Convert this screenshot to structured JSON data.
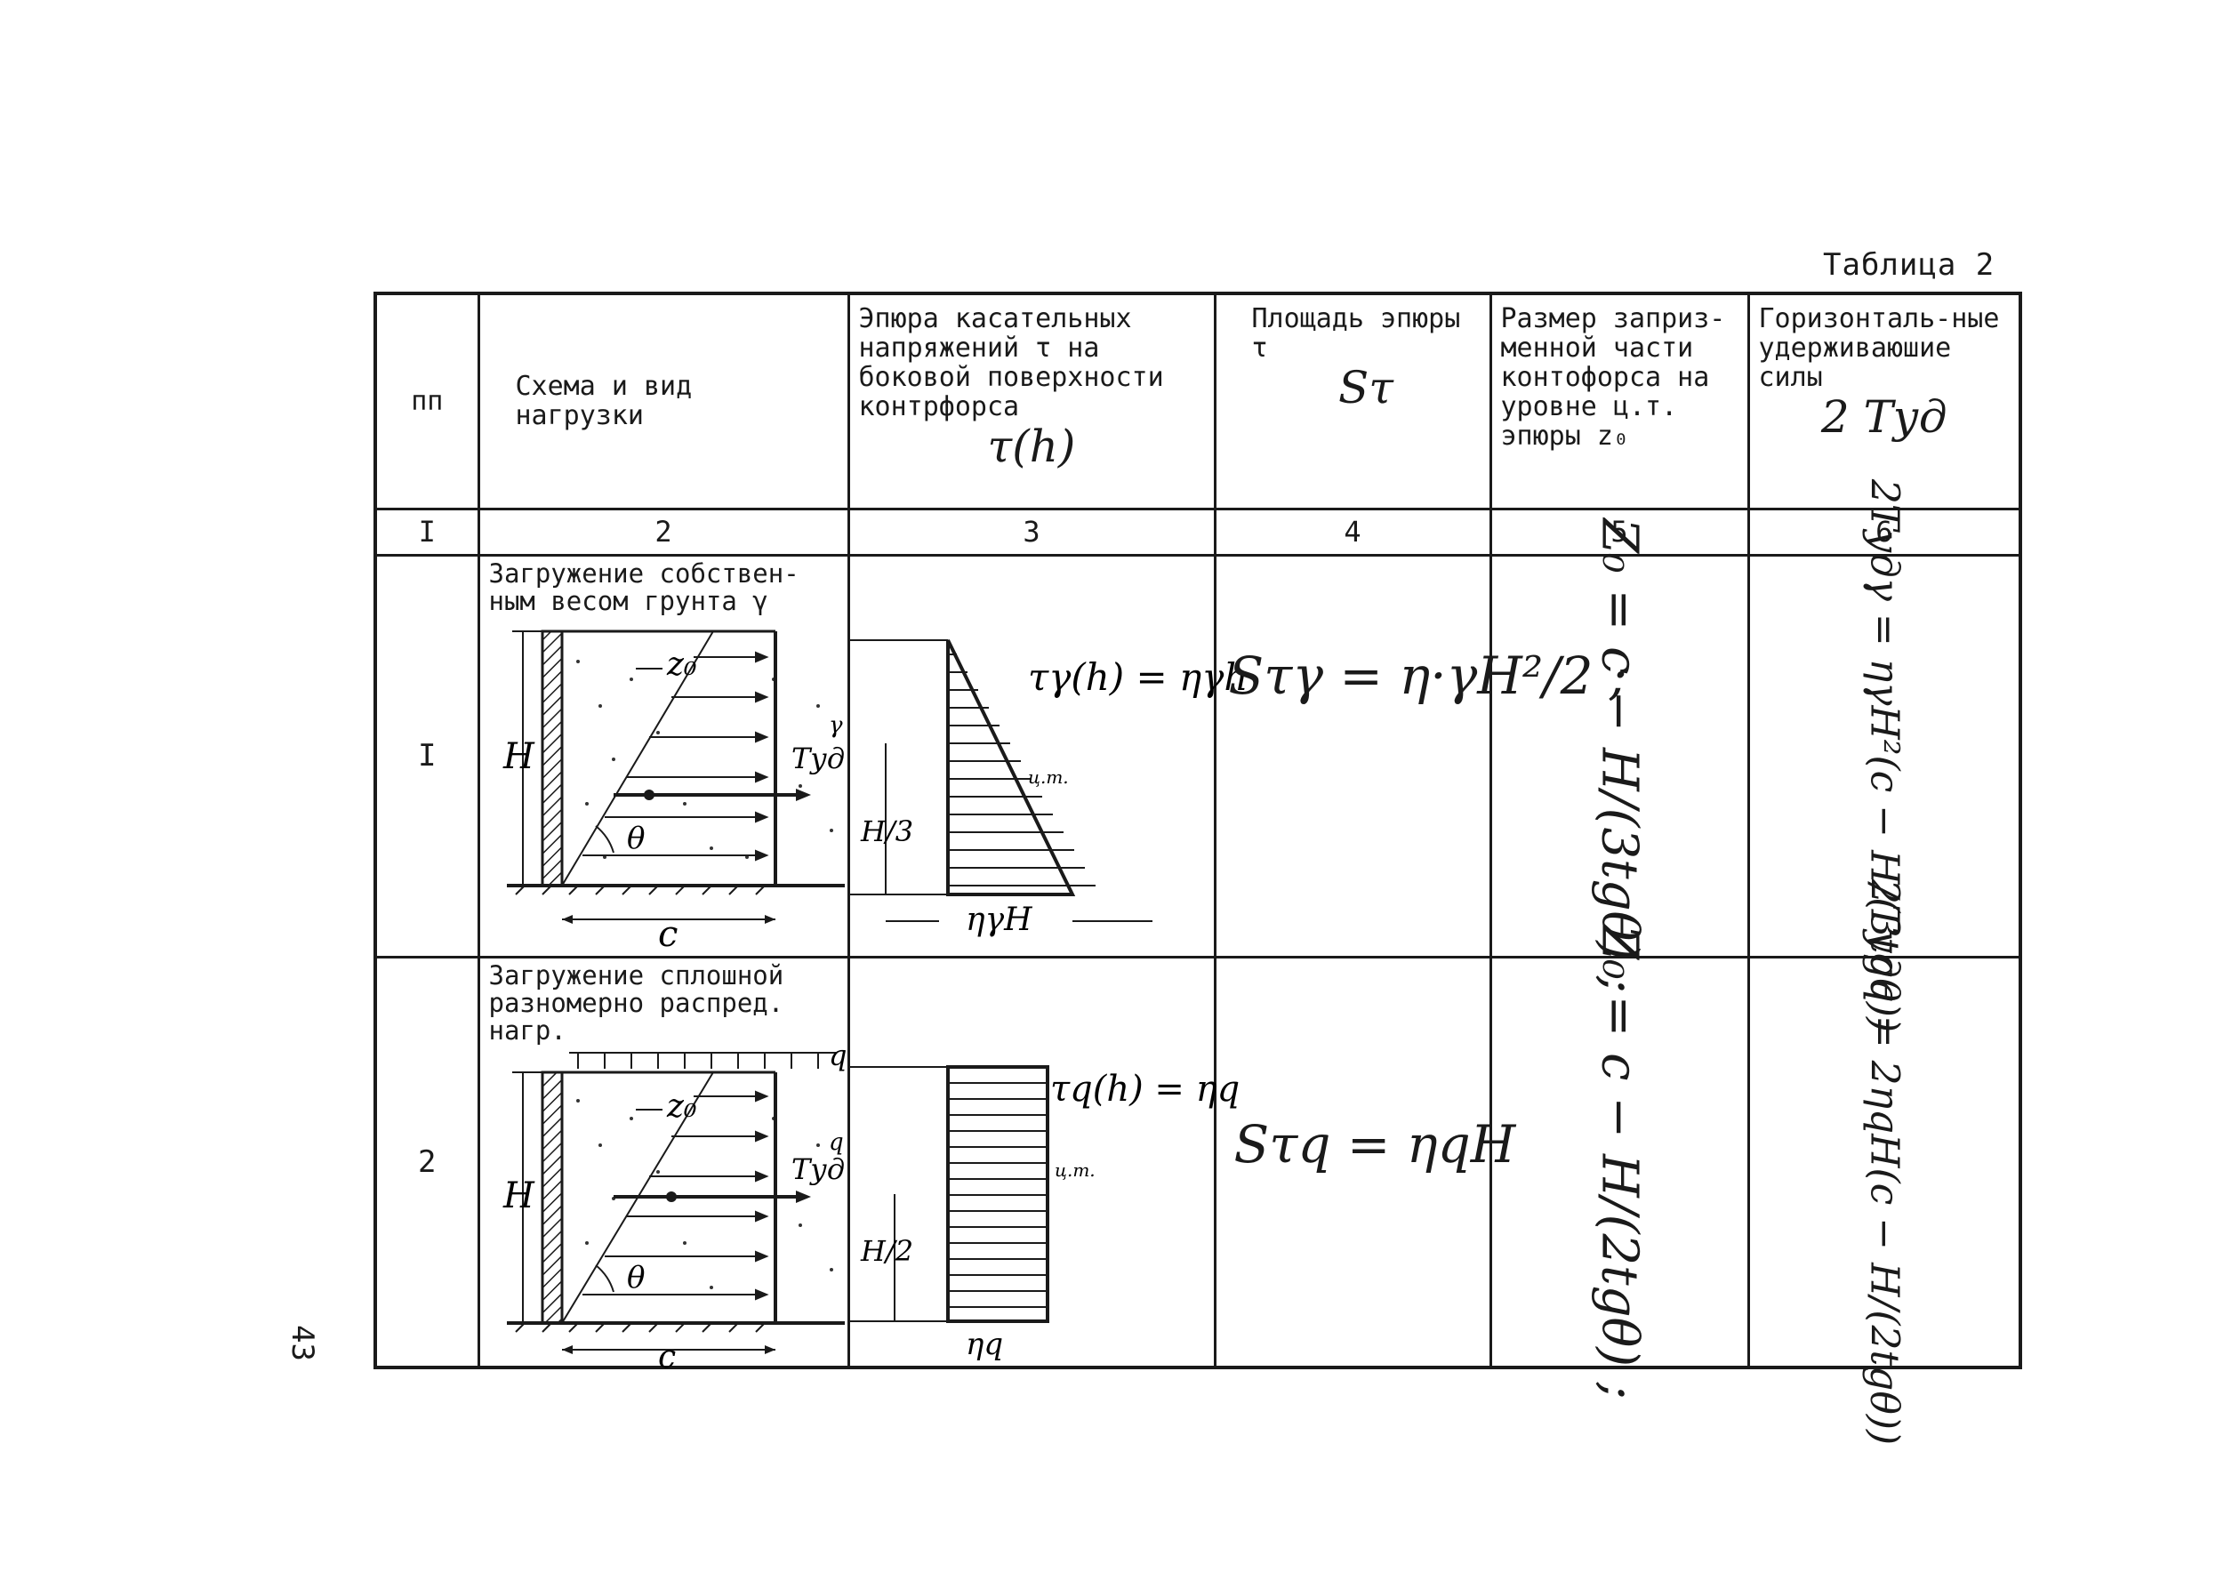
{
  "caption": "Таблица 2",
  "page_number": "43",
  "headers": {
    "col1": "пп",
    "col2": "Схема и вид нагрузки",
    "col3_text": "Эпюра касательных напряжений τ на боковой поверхности контрфорса",
    "col3_symbol": "τ(h)",
    "col4_text": "Площадь эпюры τ",
    "col4_symbol": "Sτ",
    "col5_text": "Размер заприз-менной части контофорса на уровне ц.т. эпюры z₀",
    "col6_text": "Горизонталь-ные удерживаюшие силы",
    "col6_symbol": "2 Tуд"
  },
  "column_numbers": [
    "I",
    "2",
    "3",
    "4",
    "5",
    "6"
  ],
  "rows": [
    {
      "number": "I",
      "load_label": "Загружение собствен-ным весом грунта γ",
      "diagram_labels": {
        "height": "H",
        "z0": "z₀",
        "force": "Tуд",
        "force_sup": "γ",
        "angle": "θ",
        "width": "c"
      },
      "stress_labels": {
        "formula": "τγ(h) = ηγh",
        "cg": "ц.т.",
        "level": "H/3",
        "base": "ηγH"
      },
      "area": "Sτγ = η·γH²/2 ;",
      "z0": "Z₀ = c − H/(3tgθ) ;",
      "force": "2Tудγ = ηγH²(c − H/(3tgθ))"
    },
    {
      "number": "2",
      "load_label": "Загружение сплошной разномерно распред. нагр.",
      "load_q": "q",
      "diagram_labels": {
        "height": "H",
        "z0": "z₀",
        "force": "Tуд",
        "force_sup": "q",
        "angle": "θ",
        "width": "c"
      },
      "stress_labels": {
        "formula": "τq(h) = ηq",
        "cg": "ц.т.",
        "level": "H/2",
        "base": "ηq"
      },
      "area": "Sτq = ηqH",
      "z0": "Z₀ = c − H/(2tgθ) ;",
      "force": "2Tудq = 2ηqH(c − H/(2tgθ))"
    }
  ]
}
